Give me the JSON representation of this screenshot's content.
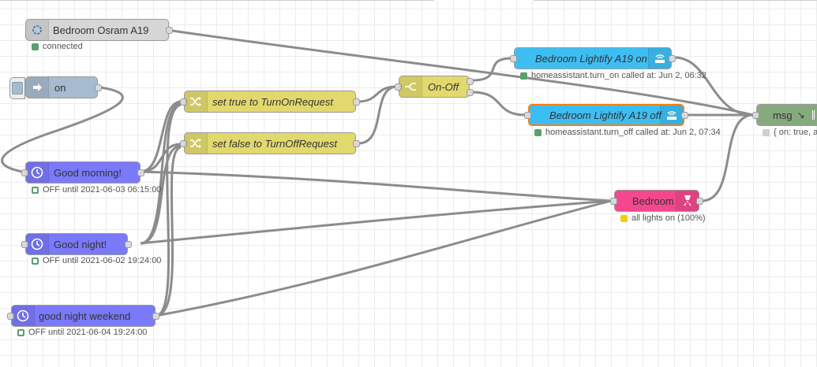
{
  "colors": {
    "ha_grey": "#d6d6d6",
    "inject": "#a6bbcf",
    "timer": "#7a79fa",
    "change": "#e2d96e",
    "switch": "#e2d96e",
    "service": "#3dbef2",
    "lights": "#f3488d",
    "debug": "#87a980",
    "wire": "#8c8c8c",
    "selected_border": "#ff7f0e"
  },
  "nodes": {
    "osram": {
      "label": "Bedroom Osram A19",
      "status": "connected",
      "icon": "circle-dotted-icon"
    },
    "inject_on": {
      "label": "on",
      "icon": "arrow-right-icon"
    },
    "good_morning": {
      "label": "Good morning!",
      "status": "OFF until 2021-06-03 06:15:00",
      "icon": "clock-icon"
    },
    "good_night": {
      "label": "Good night!",
      "status": "OFF until 2021-06-02 19:24:00",
      "icon": "clock-icon"
    },
    "good_night_weekend": {
      "label": "good night weekend",
      "status": "OFF until 2021-06-04 19:24:00",
      "icon": "clock-icon"
    },
    "set_true": {
      "label": "set true to TurnOnRequest",
      "icon": "shuffle-icon"
    },
    "set_false": {
      "label": "set false to TurnOffRequest",
      "icon": "shuffle-icon"
    },
    "on_off": {
      "label": "On-Off",
      "icon": "switch-icon"
    },
    "lightify_on": {
      "label": "Bedroom Lightify A19 on",
      "status": "homeassistant.turn_on called at: Jun 2, 06:32",
      "icon": "router-icon"
    },
    "lightify_off": {
      "label": "Bedroom Lightify A19 off",
      "status": "homeassistant.turn_off called at: Jun 2, 07:34",
      "icon": "router-icon"
    },
    "bedroom": {
      "label": "Bedroom",
      "status": "all lights on (100%)",
      "icon": "lamp-icon"
    },
    "msg": {
      "label": "msg",
      "status": "{ on: true, a",
      "icon": "arrow-down-right-icon"
    }
  }
}
